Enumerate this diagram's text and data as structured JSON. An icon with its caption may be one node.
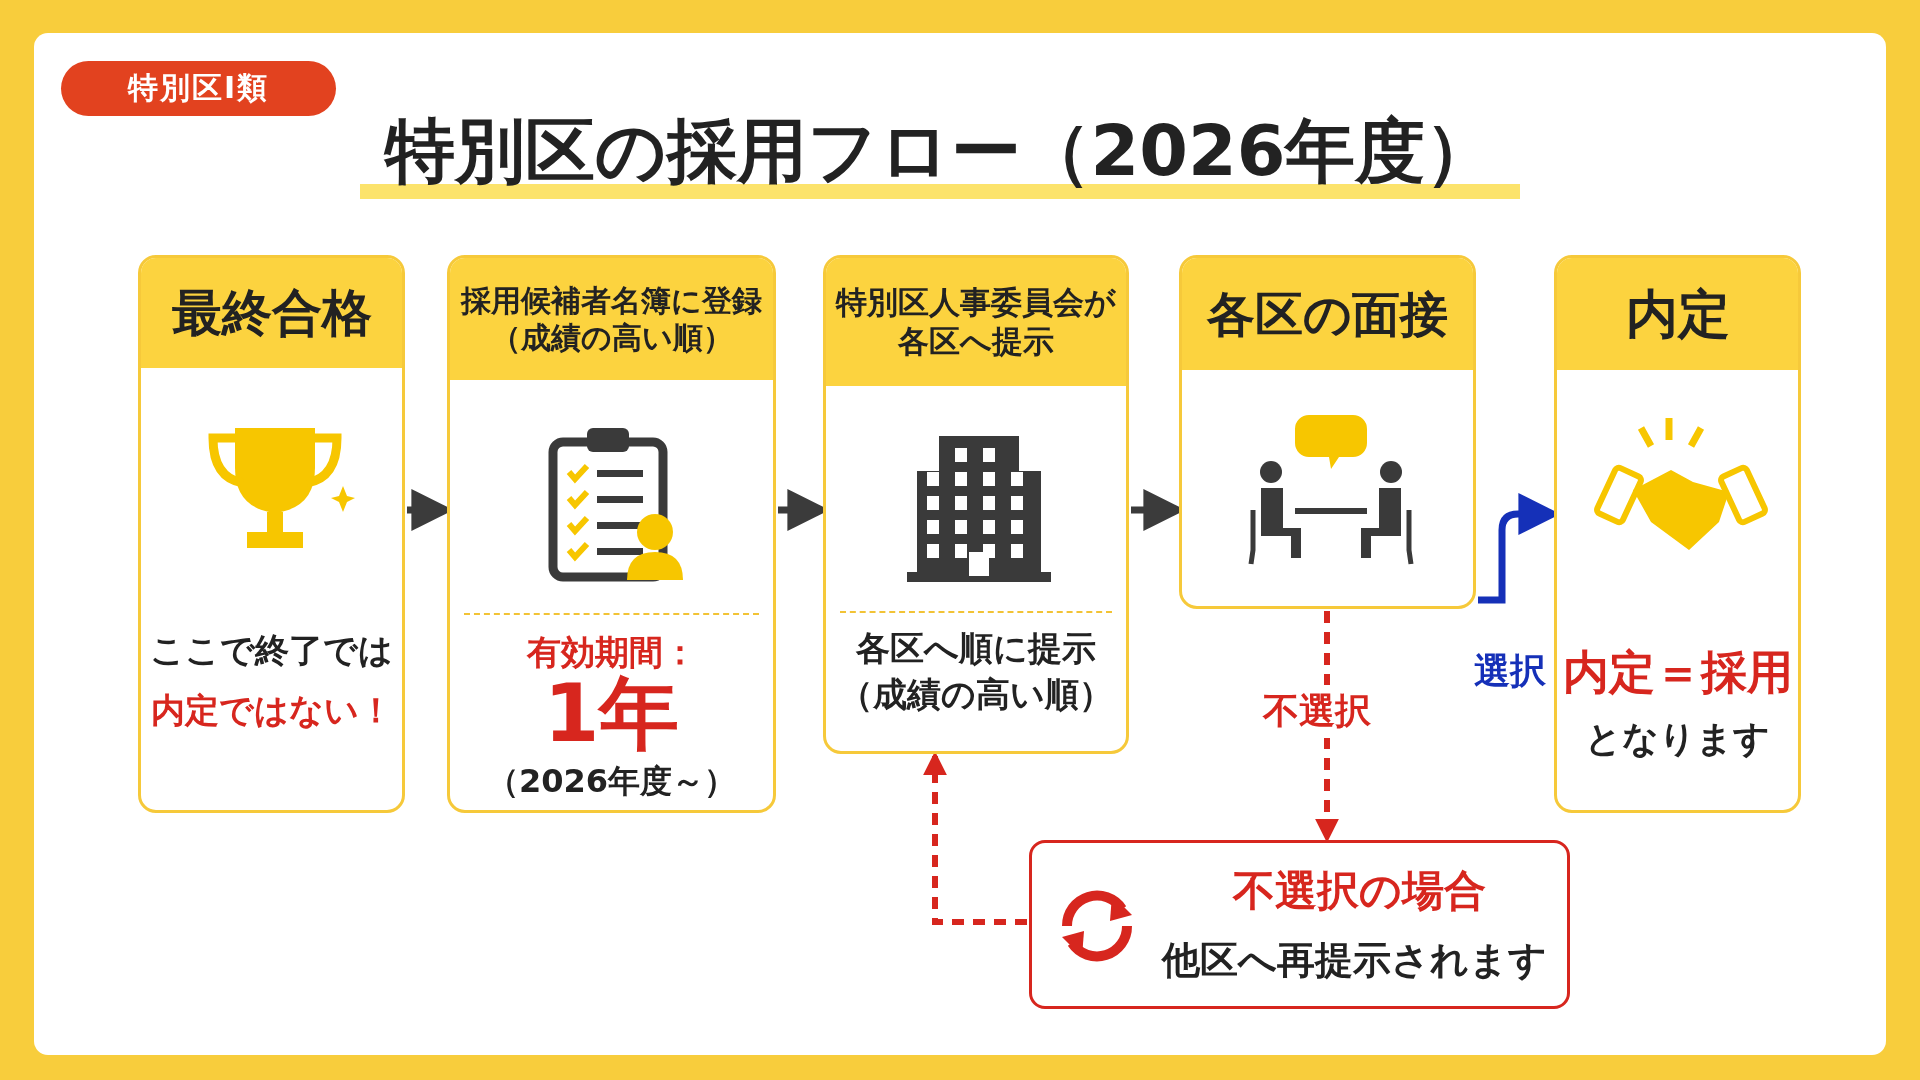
{
  "diagram": {
    "title": "特別区の採用フロー（2026年度）",
    "nodes": [
      {
        "text": [
          "特別区Ⅰ類"
        ]
      },
      {
        "text": [
          "最終合格",
          "ここで終了では",
          "内定ではない！"
        ]
      },
      {
        "text": [
          "採用候補者名簿に登録（成績の高い順）",
          "有効期間：",
          "1年",
          "（2026年度～）"
        ]
      },
      {
        "text": [
          "特別区人事委員会が各区へ提示",
          "各区へ順に提示（成績の高い順）"
        ]
      },
      {
        "text": [
          "各区の面接"
        ]
      },
      {
        "text": [
          "内定",
          "内定＝採用",
          "となります"
        ]
      },
      {
        "text": [
          "不選択の場合",
          "他区へ再提示されます"
        ]
      }
    ],
    "edges": [
      {
        "from": 1,
        "to": 2,
        "arrow": "to"
      },
      {
        "from": 2,
        "to": 3,
        "arrow": "to"
      },
      {
        "from": 3,
        "to": 4,
        "arrow": "to"
      },
      {
        "from": 4,
        "to": 5,
        "arrow": "to",
        "label": "選択",
        "color": "#1530b8"
      },
      {
        "from": 4,
        "to": 6,
        "arrow": "to",
        "label": "不選択",
        "style": "dashed",
        "color": "#d7261e"
      },
      {
        "from": 6,
        "to": 3,
        "arrow": "to",
        "style": "dashed",
        "color": "#d7261e"
      }
    ]
  }
}
